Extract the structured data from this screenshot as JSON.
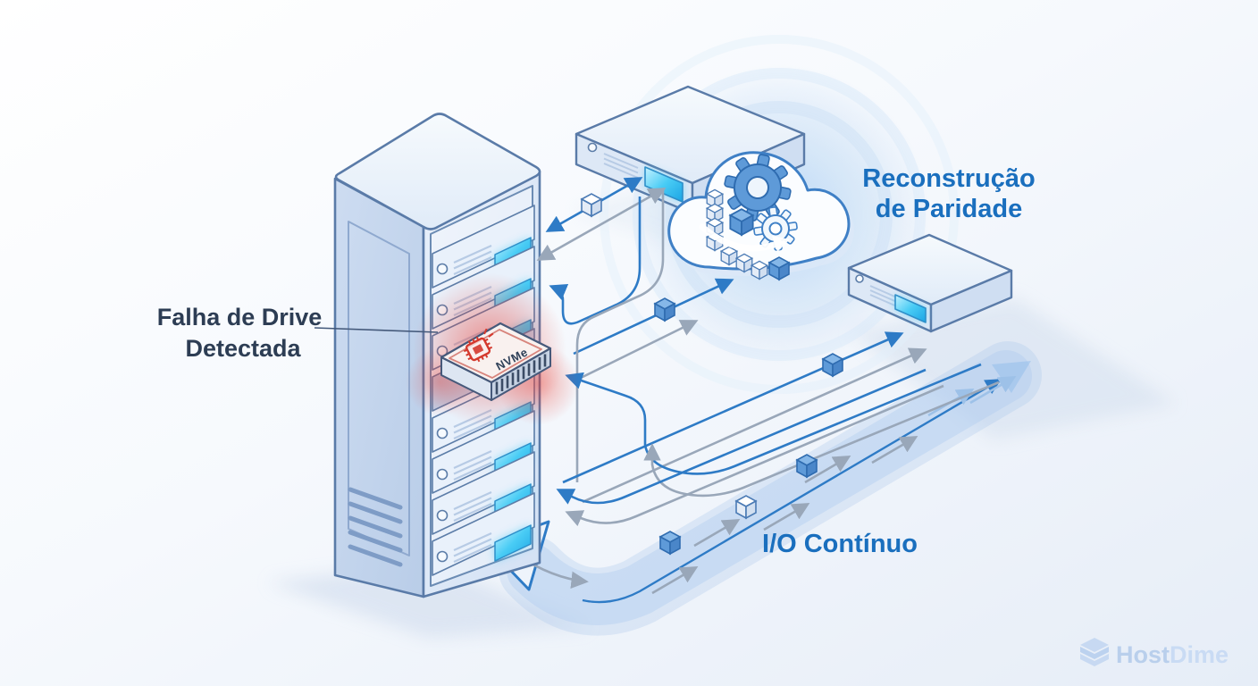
{
  "diagram": {
    "failure_callout": {
      "line1": "Falha de Drive",
      "line2": "Detectada"
    },
    "parity_callout": {
      "line1": "Reconstrução",
      "line2": "de Paridade"
    },
    "io_callout": {
      "text": "I/O Contínuo"
    },
    "failed_drive": {
      "label": "NVMe"
    }
  },
  "brand": {
    "host": "Host",
    "dime": "Dime"
  },
  "colors": {
    "label_dark": "#2d3d54",
    "label_blue": "#1a6fbe",
    "flow_blue": "#2e7bc6",
    "flow_gray": "#99a7b9",
    "alert_red": "#d4392d",
    "screen_cyan": "#36c6f3",
    "rack_outline": "#5a7ba8",
    "watermark_blue": "#bfd4ef"
  }
}
